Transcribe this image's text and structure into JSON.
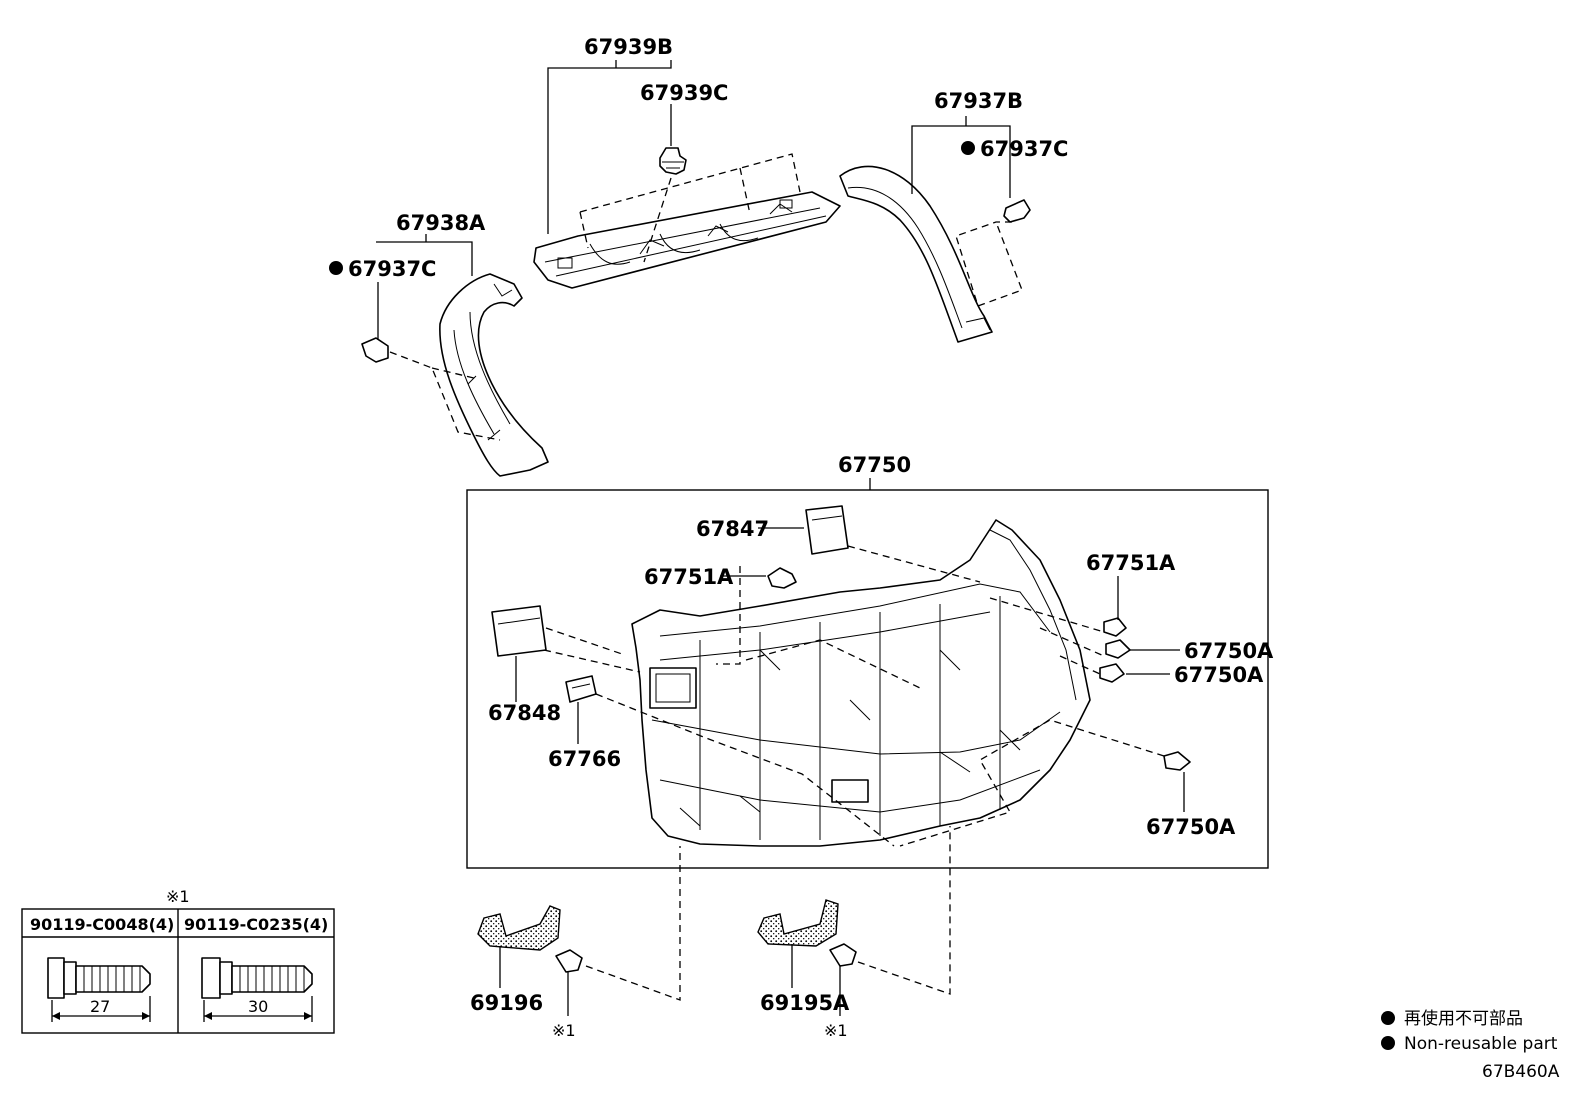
{
  "labels": {
    "p67939B": "67939B",
    "p67939C": "67939C",
    "p67937B": "67937B",
    "p67937C_right": "67937C",
    "p67938A": "67938A",
    "p67937C_left": "67937C",
    "p67750": "67750",
    "p67847": "67847",
    "p67751A_left": "67751A",
    "p67751A_right": "67751A",
    "p67750A_1": "67750A",
    "p67750A_2": "67750A",
    "p67750A_3": "67750A",
    "p67848": "67848",
    "p67766": "67766",
    "p69196": "69196",
    "p69195A": "69195A",
    "ref_mark_1": "※1",
    "ref_mark_2": "※1",
    "ref_mark_table": "※1"
  },
  "bolt_table": {
    "col1_part": "90119-C0048(4)",
    "col1_length": "27",
    "col2_part": "90119-C0235(4)",
    "col2_length": "30"
  },
  "legend": {
    "jp": "再使用不可部品",
    "en": "Non-reusable part"
  },
  "diagram_code": "67B460A"
}
